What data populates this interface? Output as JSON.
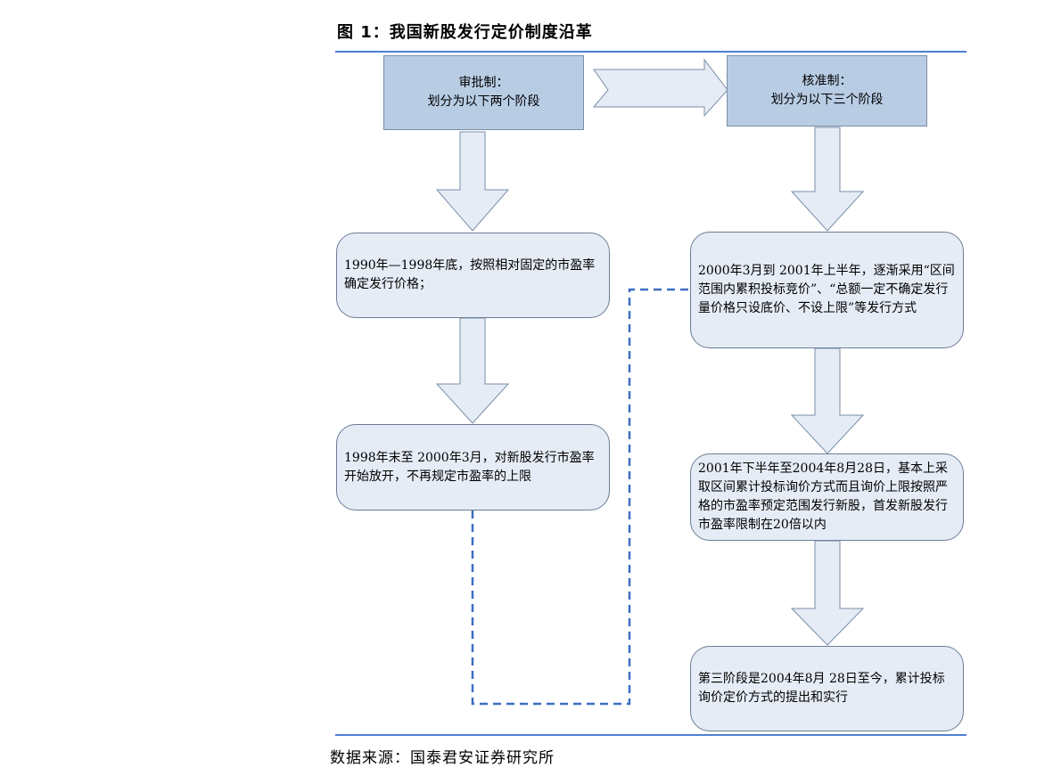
{
  "title": "图 1：我国新股发行定价制度沿革",
  "source": "数据来源：国泰君安证券研究所",
  "left_header": {
    "line1": "审批制：",
    "line2": "划分为以下两个阶段"
  },
  "right_header": {
    "line1": "核准制：",
    "line2": "划分为以下三个阶段"
  },
  "left_stages": [
    {
      "text": "1990年—1998年底，按照相对固定的市盈率确定发行价格；"
    },
    {
      "text": "1998年末至 2000年3月，对新股发行市盈率开始放开，不再规定市盈率的上限"
    }
  ],
  "right_stages": [
    {
      "text": "2000年3月到 2001年上半年，逐渐采用“区间范围内累积投标竞价”、“总额一定不确定发行量价格只设底价、不设上限”等发行方式"
    },
    {
      "text": "2001年下半年至2004年8月28日，基本上采取区间累计投标询价方式而且询价上限按照严格的市盈率预定范围发行新股，首发新股发行市盈率限制在20倍以内"
    },
    {
      "text": "第三阶段是2004年8月 28日至今，累计投标询价定价方式的提出和实行"
    }
  ],
  "colors": {
    "header_fill": "#b8cce4",
    "box_fill": "#e6ecf6",
    "arrow_fill": "#e6ecf6",
    "rule": "#4f7fd1",
    "dashed_line": "#3d6fc2"
  }
}
